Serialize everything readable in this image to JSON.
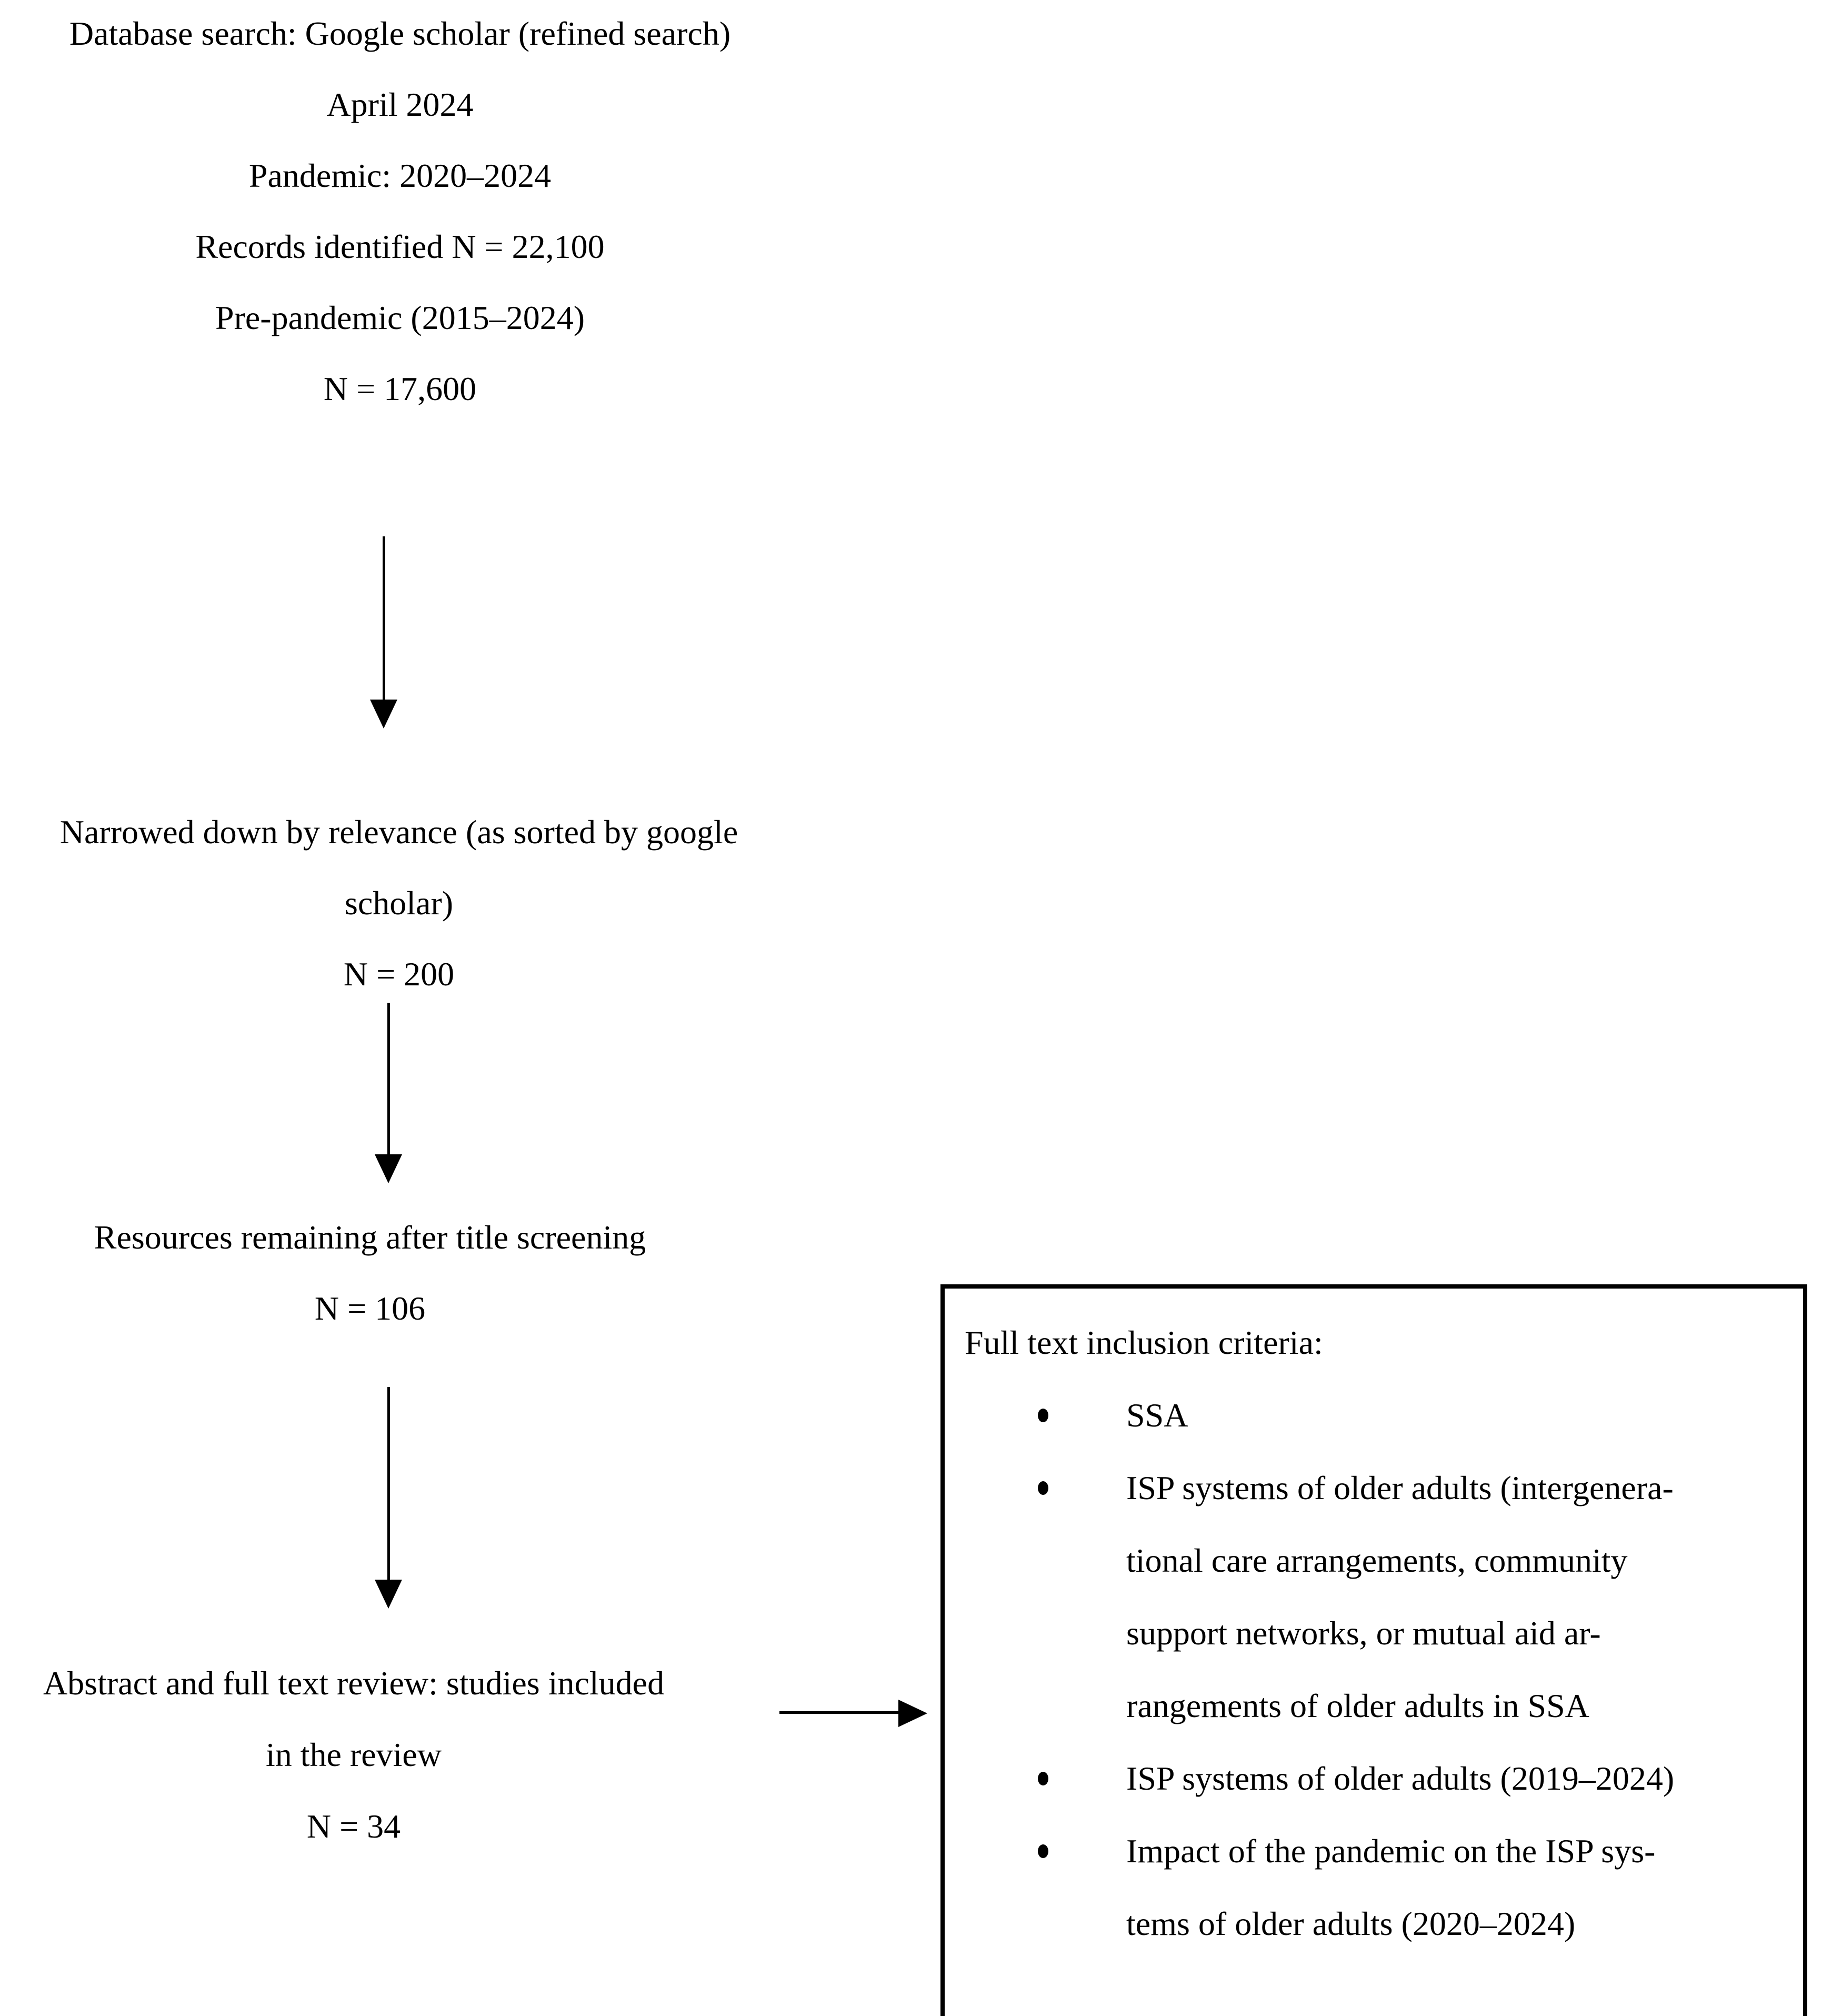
{
  "diagram": {
    "step1": {
      "lines": [
        "Database search: Google scholar (refined search)",
        "April 2024",
        "Pandemic: 2020–2024",
        "Records identified N = 22,100",
        "Pre-pandemic (2015–2024)",
        "N = 17,600"
      ]
    },
    "step2": {
      "lines": [
        "Narrowed down by relevance (as sorted by google",
        "scholar)",
        "N = 200"
      ]
    },
    "step3": {
      "lines": [
        "Resources remaining after title screening",
        "N = 106"
      ]
    },
    "step4": {
      "lines": [
        "Abstract and full text review: studies included",
        "in the review",
        "N = 34"
      ]
    },
    "criteria_box": {
      "title": "Full text inclusion criteria:",
      "bullets": [
        {
          "lines": [
            "SSA"
          ]
        },
        {
          "lines": [
            "ISP systems of older adults (intergenera-",
            "tional care arrangements, community",
            "support networks, or mutual aid ar-",
            "rangements of older adults in SSA"
          ]
        },
        {
          "lines": [
            "ISP systems of older adults (2019–2024)"
          ]
        },
        {
          "lines": [
            "Impact of the pandemic on the ISP sys-",
            "tems of older adults (2020–2024)"
          ]
        }
      ]
    },
    "colors": {
      "ink": "#000000",
      "background": "#ffffff"
    }
  }
}
